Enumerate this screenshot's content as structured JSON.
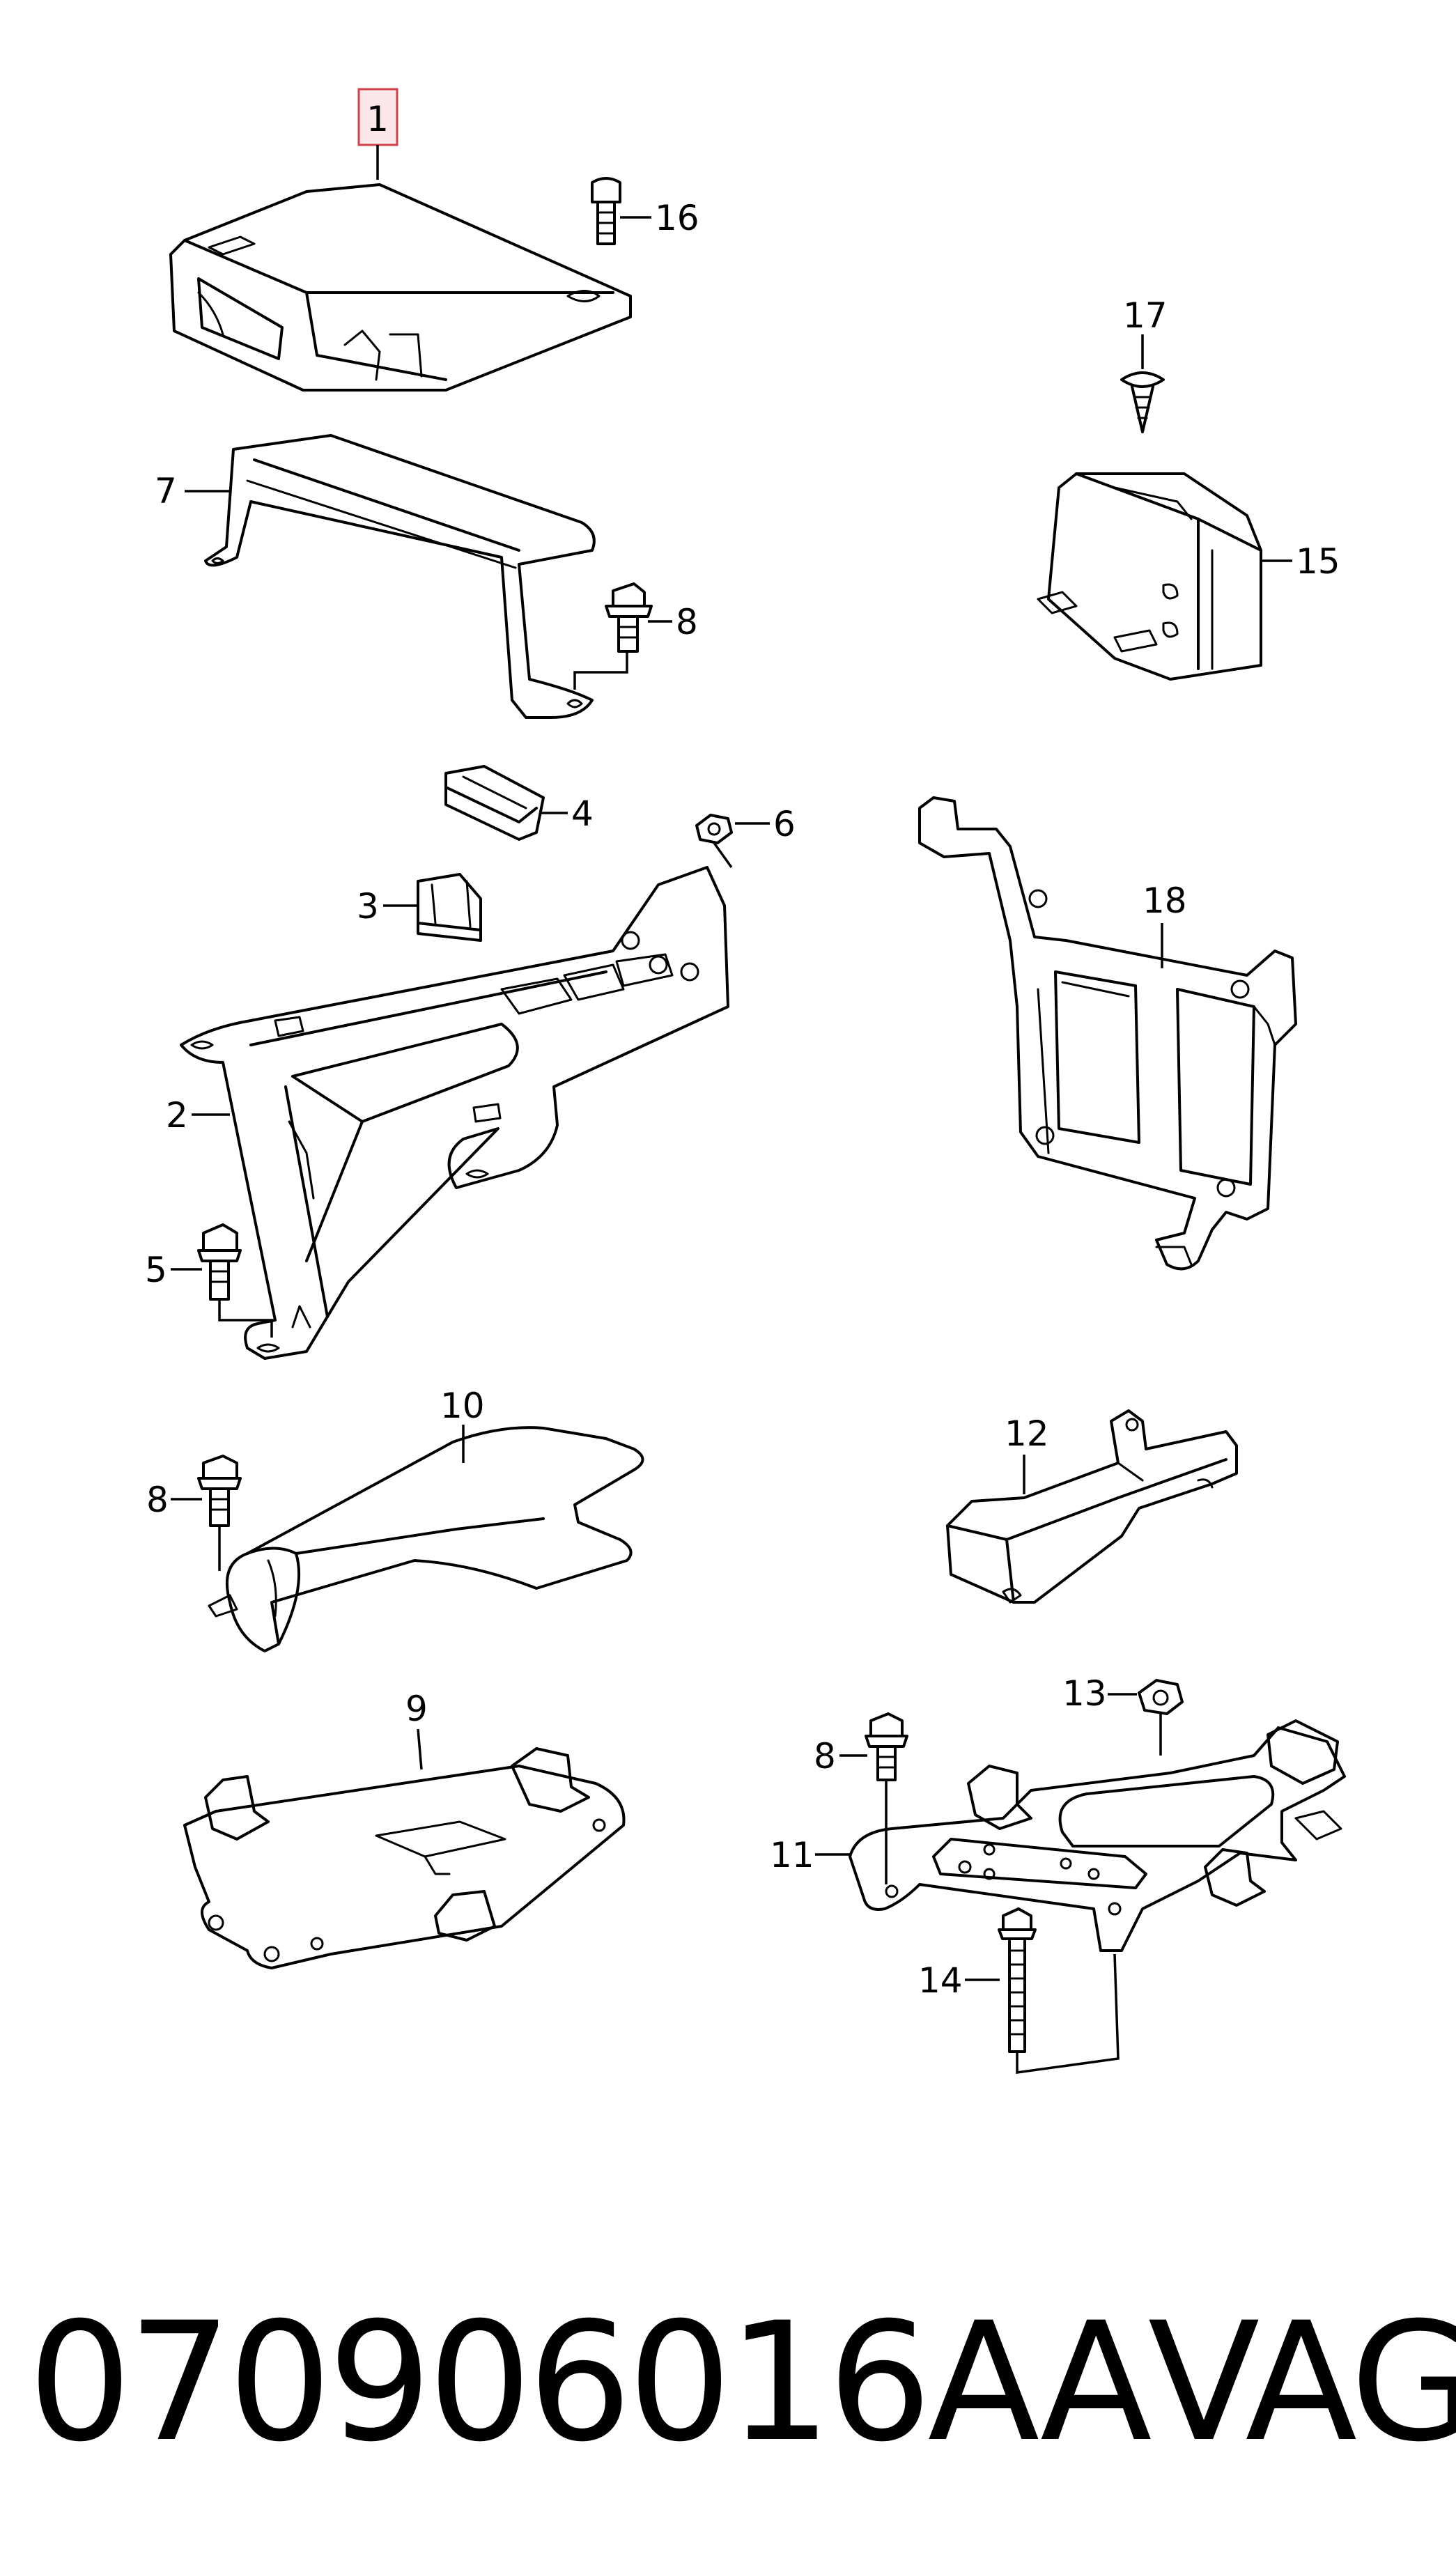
{
  "callouts": {
    "c1": "1",
    "c2": "2",
    "c3": "3",
    "c4": "4",
    "c5": "5",
    "c6": "6",
    "c7": "7",
    "c8a": "8",
    "c8b": "8",
    "c8c": "8",
    "c9": "9",
    "c10": "10",
    "c11": "11",
    "c12": "12",
    "c13": "13",
    "c14": "14",
    "c15": "15",
    "c16": "16",
    "c17": "17",
    "c18": "18"
  },
  "caption": {
    "part_number": "070906016AA",
    "brand": "VAG"
  },
  "highlight_color": "#d0404a"
}
